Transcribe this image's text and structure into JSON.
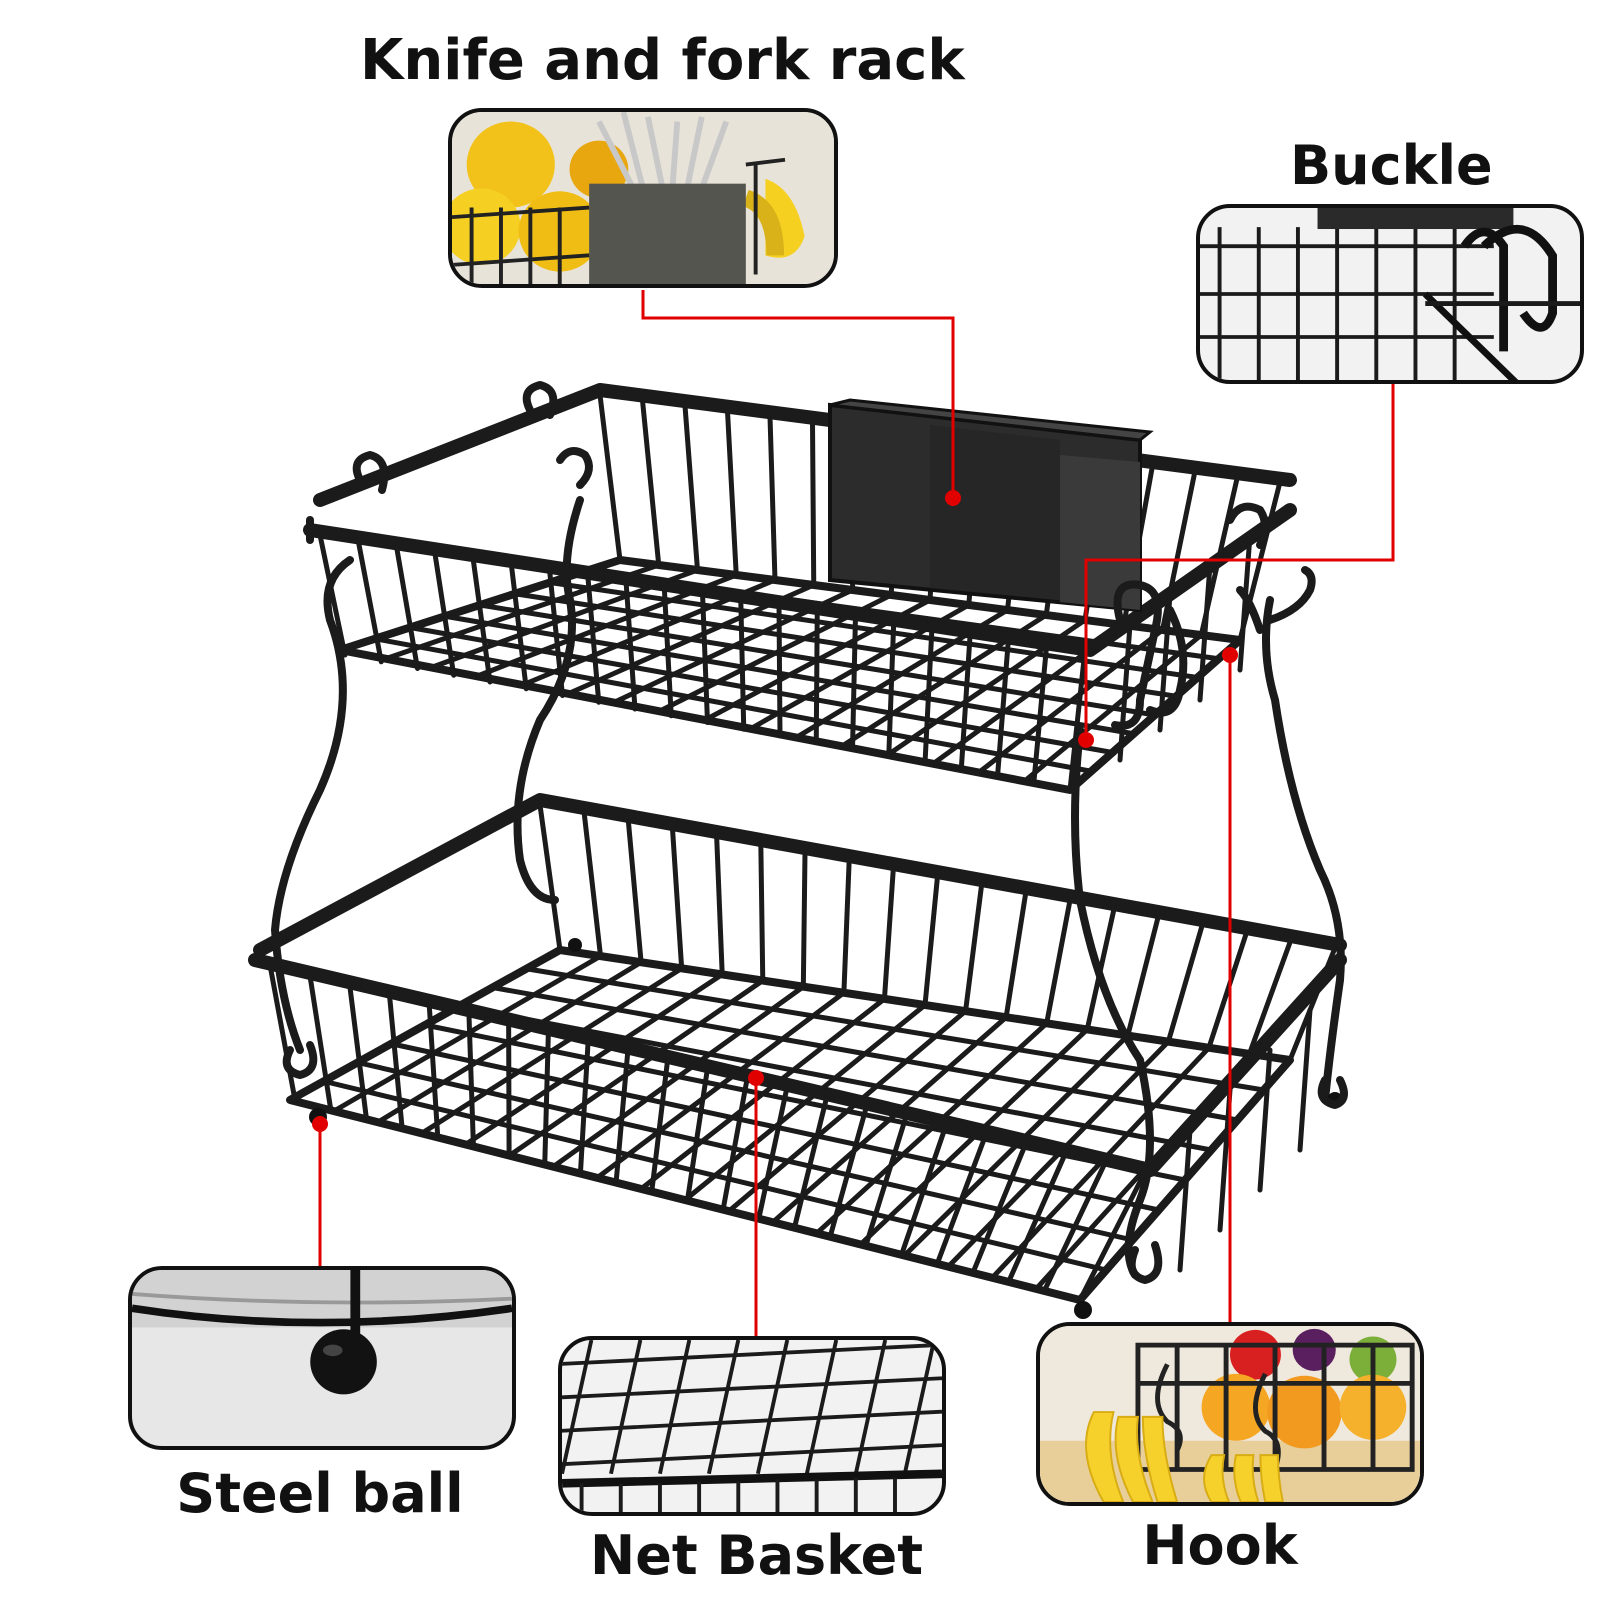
{
  "labels": {
    "knife_fork": "Knife and fork rack",
    "buckle": "Buckle",
    "steel_ball": "Steel ball",
    "net_basket": "Net Basket",
    "hook": "Hook"
  },
  "colors": {
    "metal": "#1b1b1b",
    "pointer": "#e00000",
    "frame": "#111111"
  }
}
